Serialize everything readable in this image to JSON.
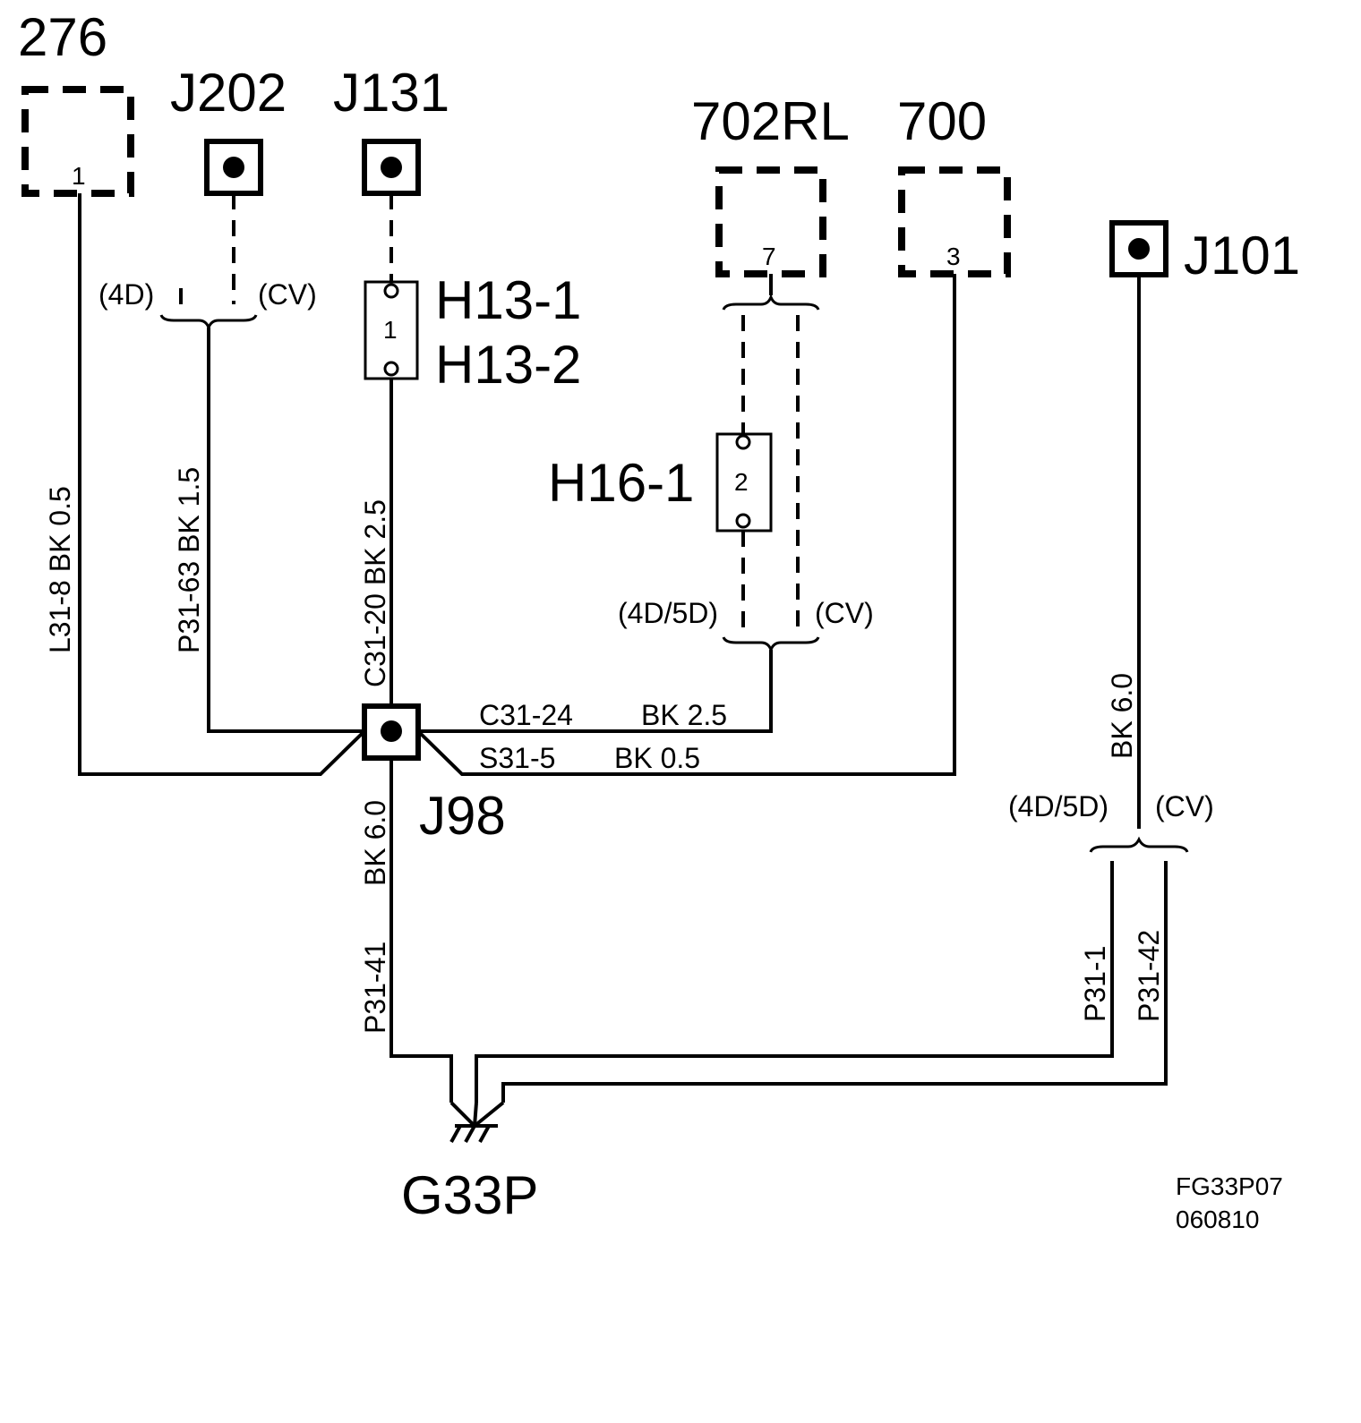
{
  "components": {
    "c276": {
      "label": "276",
      "pin": "1"
    },
    "j202": {
      "label": "J202"
    },
    "j131": {
      "label": "J131"
    },
    "c702rl": {
      "label": "702RL",
      "pin": "7"
    },
    "c700": {
      "label": "700",
      "pin": "3"
    },
    "j101": {
      "label": "J101"
    },
    "j98": {
      "label": "J98"
    },
    "h13": {
      "label_top": "H13-1",
      "label_bottom": "H13-2",
      "pin": "1"
    },
    "h16": {
      "label": "H16-1",
      "pin": "2"
    },
    "g33p": {
      "label": "G33P"
    }
  },
  "variants": {
    "j202_left": "(4D)",
    "j202_right": "(CV)",
    "h16_left": "(4D/5D)",
    "h16_right": "(CV)",
    "j101_left": "(4D/5D)",
    "j101_right": "(CV)"
  },
  "wires": {
    "l31_8": "L31-8  BK  0.5",
    "p31_63": "P31-63   BK  1.5",
    "c31_20": "C31-20  BK  2.5",
    "c31_24_id": "C31-24",
    "c31_24_spec": "BK  2.5",
    "s31_5_id": "S31-5",
    "s31_5_spec": "BK  0.5",
    "p31_41": "P31-41",
    "bk60_j98": "BK  6.0",
    "bk60_j101": "BK   6.0",
    "p31_1": "P31-1",
    "p31_42": "P31-42"
  },
  "reference": {
    "code": "FG33P07",
    "date": "060810"
  }
}
